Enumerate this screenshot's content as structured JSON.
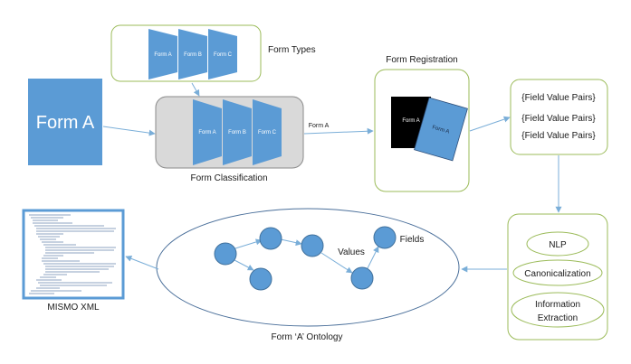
{
  "form_types": {
    "title": "Form Types",
    "forms": [
      "Form A",
      "Form B",
      "Form C"
    ]
  },
  "input_form": {
    "label": "Form A"
  },
  "form_classification": {
    "title": "Form Classification",
    "forms": [
      "Form A",
      "Form B",
      "Form C"
    ],
    "output_label": "Form A"
  },
  "form_registration": {
    "title": "Form Registration",
    "page_back": "Form A",
    "page_front": "Form A"
  },
  "field_value_pairs": {
    "items": [
      "{Field Value Pairs}",
      "{Field Value Pairs}",
      "{Field Value Pairs}"
    ]
  },
  "processing": {
    "nlp": "NLP",
    "canonicalization": "Canonicalization",
    "info_line1": "Information",
    "info_line2": "Extraction"
  },
  "ontology": {
    "title": "Form ‘A’ Ontology",
    "values_label": "Values",
    "fields_label": "Fields"
  },
  "mismo": {
    "label": "MISMO XML"
  },
  "colors": {
    "form_blue": "#5b9bd5",
    "node_blue": "#5b9bd5",
    "border_green": "#9bbb59",
    "arrow": "#7aaed8",
    "class_box_fill": "#d9d9d9"
  }
}
